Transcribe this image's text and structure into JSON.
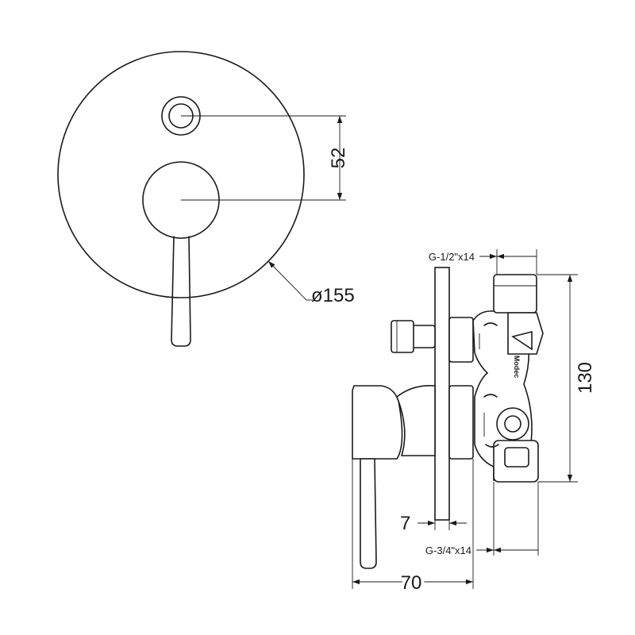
{
  "dimensions": {
    "spacing": "52",
    "plate_diameter": "ø155",
    "inlet_thread": "G-1/2\"x14",
    "outlet_thread": "G-3/4\"x14",
    "height": "130",
    "depth_total": "70",
    "plate_thickness": "7"
  },
  "logo_text": "Modec"
}
